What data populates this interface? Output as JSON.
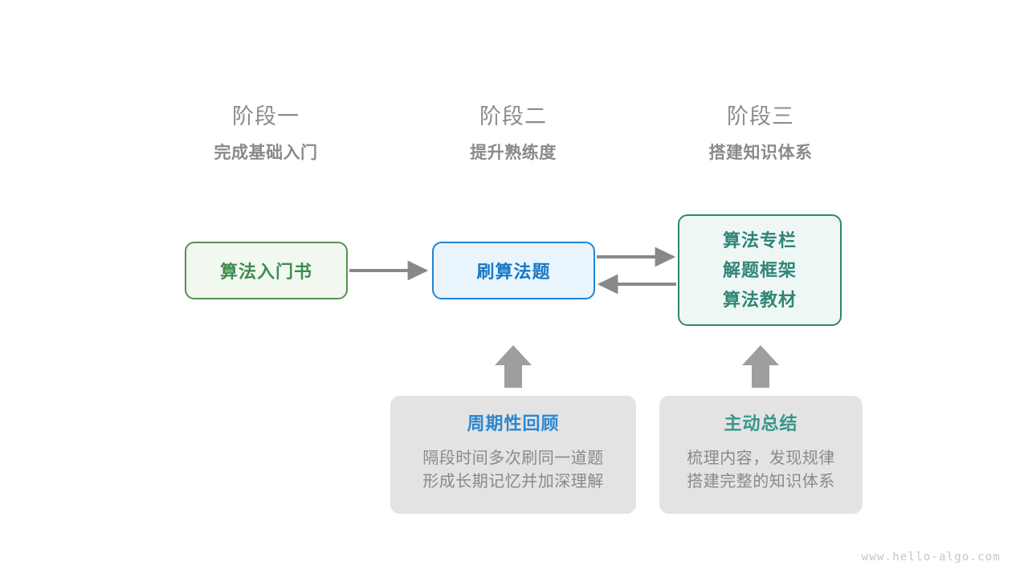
{
  "page": {
    "background": "#ffffff",
    "watermark": "www.hello-algo.com"
  },
  "colors": {
    "green": "#3f8c4f",
    "blue": "#1678c8",
    "teal": "#2f8577",
    "gray_text": "#8a8a8a",
    "gray_card": "#e3e3e3",
    "arrow": "#888888"
  },
  "stages": [
    {
      "title": "阶段一",
      "subtitle": "完成基础入门"
    },
    {
      "title": "阶段二",
      "subtitle": "提升熟练度"
    },
    {
      "title": "阶段三",
      "subtitle": "搭建知识体系"
    }
  ],
  "nodes": {
    "book": {
      "label": "算法入门书"
    },
    "practice": {
      "label": "刷算法题"
    },
    "resources": {
      "lines": [
        "算法专栏",
        "解题框架",
        "算法教材"
      ]
    }
  },
  "tips": [
    {
      "title": "周期性回顾",
      "lines": [
        "隔段时间多次刷同一道题",
        "形成长期记忆并加深理解"
      ]
    },
    {
      "title": "主动总结",
      "lines": [
        "梳理内容，发现规律",
        "搭建完整的知识体系"
      ]
    }
  ]
}
